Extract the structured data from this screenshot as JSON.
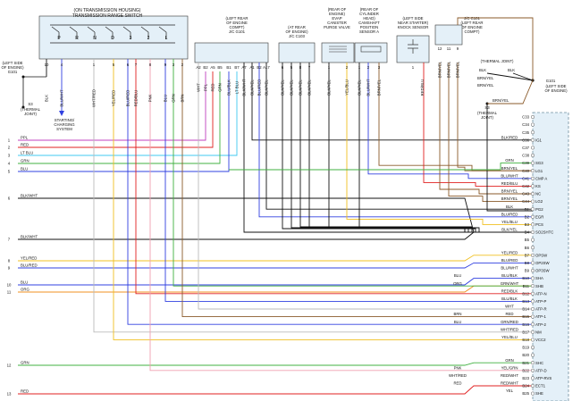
{
  "colors": {
    "ppl": "#c040c0",
    "red": "#e02020",
    "lt_blu": "#40c8f0",
    "grn": "#40b040",
    "blu": "#3040e0",
    "blk": "#111111",
    "wht": "#bbbbbb",
    "yel": "#f0c020",
    "orange": "#f09020",
    "brn": "#8a5a2a",
    "pnk": "#f0a0b0",
    "pcm_panel": "#e4f0f8",
    "pcm_border": "#7090a0"
  },
  "header": {
    "trs_title_1": "(ON TRANSMISSION HOUSING)",
    "trs_title_2": "TRANSMISSION RANGE SWITCH",
    "trs_positions": [
      "P",
      "R",
      "N",
      "D",
      "3",
      "2",
      "L"
    ],
    "jc101_title": [
      "(LEFT REAR",
      "OF ENGINE",
      "COMPT)",
      "J/C G101"
    ],
    "jc103_title": [
      "(AT REAR",
      "OF ENGINE)",
      "J/C C103"
    ],
    "evap_title": [
      "(REAR OF",
      "ENGINE)",
      "EVAP",
      "CANISTER",
      "PURGE VALVE"
    ],
    "cmp_title": [
      "(REAR OF",
      "CYLINDER",
      "HEAD)",
      "CAMSHAFT",
      "POSITION",
      "SENSOR A"
    ],
    "knock_title": [
      "(LEFT SIDE",
      "NEAR STARTER)",
      "KNOCK SENSOR"
    ],
    "jc_c101_title": [
      "J/C C101",
      "(LEFT REAR",
      "OF ENGINE",
      "COMPT)"
    ],
    "g101_left": [
      "(LEFT SIDE",
      "OF ENGINE)",
      "G101"
    ],
    "thermal_left": [
      "S3",
      "(THERMAL",
      "JOINT)"
    ],
    "starting_charging": [
      "STARTING/",
      "CHARGING",
      "SYSTEM"
    ],
    "thermal_right_top": "(THERMAL JOINT)",
    "g101_right": [
      "G101",
      "(LEFT SIDE",
      "OF ENGINE)"
    ],
    "thermal_right_mid": [
      "S3",
      "(THERMAL",
      "JOINT)"
    ]
  },
  "trs_pins": [
    "10",
    "4",
    "1",
    "5",
    "6",
    "7",
    "8",
    "9",
    "3",
    "2"
  ],
  "trs_wire_labels": [
    "BLK",
    "BLU/WHT",
    "WHT/RED",
    "YEL/RED",
    "BLU/RED",
    "RED/BLU",
    "PNK",
    "BLU",
    "GRN",
    "BRN"
  ],
  "jc101_pins": [
    "A2",
    "B2",
    "A5",
    "B5",
    "B1",
    "B7",
    "A7",
    "A1",
    "B2",
    "A17"
  ],
  "jc101_wire_labels": [
    "WHT",
    "PPL",
    "RED",
    "GRN",
    "BLU/BLK",
    "LT BLU",
    "BLK/WHT",
    "BLK/YEL",
    "BLU/RED",
    "BLK/YEL"
  ],
  "left_circuits": [
    {
      "num": "1",
      "label": "PPL"
    },
    {
      "num": "2",
      "label": "RED"
    },
    {
      "num": "3",
      "label": "LT BLU"
    },
    {
      "num": "4",
      "label": "GRN"
    },
    {
      "num": "5",
      "label": "BLU"
    },
    {
      "num": "6",
      "label": "BLK/WHT"
    },
    {
      "num": "7",
      "label": "BLK/WHT"
    },
    {
      "num": "8",
      "label": "YEL/RED"
    },
    {
      "num": "9",
      "label": "BLU/RED"
    },
    {
      "num": "10",
      "label": "BLU"
    },
    {
      "num": "11",
      "label": "ORG"
    },
    {
      "num": "12",
      "label": "GRN"
    },
    {
      "num": "13",
      "label": "RED"
    }
  ],
  "pcm_rows": [
    {
      "pin": "C33",
      "wire": "",
      "func": ""
    },
    {
      "pin": "C34",
      "wire": "",
      "func": ""
    },
    {
      "pin": "C35",
      "wire": "",
      "func": ""
    },
    {
      "pin": "C36",
      "wire": "BLK/RED",
      "func": "IG1"
    },
    {
      "pin": "C37",
      "wire": "",
      "func": ""
    },
    {
      "pin": "C38",
      "wire": "",
      "func": ""
    },
    {
      "pin": "C39",
      "wire": "GRN",
      "func": "SG3"
    },
    {
      "pin": "C40",
      "wire": "BRN/YEL",
      "func": "LG1"
    },
    {
      "pin": "C41",
      "wire": "BLU/WHT",
      "func": "CMP A"
    },
    {
      "pin": "C42",
      "wire": "RED/BLU",
      "func": "KS"
    },
    {
      "pin": "C43",
      "wire": "BRN/YEL",
      "func": "NC"
    },
    {
      "pin": "C44",
      "wire": "BRN/YEL",
      "func": "LG2"
    },
    {
      "pin": "B1",
      "wire": "BLK",
      "func": "PG2"
    },
    {
      "pin": "B2",
      "wire": "BLU/RED",
      "func": "EGR"
    },
    {
      "pin": "B3",
      "wire": "YEL/BLU",
      "func": "PCS"
    },
    {
      "pin": "B4",
      "wire": "BLK/YEL",
      "func": "SO2SHTC"
    },
    {
      "pin": "B5",
      "wire": "",
      "func": ""
    },
    {
      "pin": "B6",
      "wire": "",
      "func": ""
    },
    {
      "pin": "B7",
      "wire": "YEL/RED",
      "func": "OPSW"
    },
    {
      "pin": "B8",
      "wire": "BLU/RED",
      "func": "OP2SW"
    },
    {
      "pin": "B9",
      "wire": "BLU/WHT",
      "func": "OP3SW"
    },
    {
      "pin": "B10",
      "wire": "BLU/BLK",
      "func": "SHA"
    },
    {
      "pin": "B11",
      "wire": "GRN/WHT",
      "func": "SHB"
    },
    {
      "pin": "B12",
      "wire": "RED/BLK",
      "func": "ATP-N"
    },
    {
      "pin": "B13",
      "wire": "BLU/BLK",
      "func": "ATP-P"
    },
    {
      "pin": "B14",
      "wire": "WHT",
      "func": "ATP-R"
    },
    {
      "pin": "B15",
      "wire": "RED",
      "func": "ATP-1"
    },
    {
      "pin": "B16",
      "wire": "GRN/RED",
      "func": "ATP-2"
    },
    {
      "pin": "B17",
      "wire": "WHT/RED",
      "func": "NM"
    },
    {
      "pin": "B18",
      "wire": "YEL/BLU",
      "func": "VCC2"
    },
    {
      "pin": "B19",
      "wire": "",
      "func": ""
    },
    {
      "pin": "B20",
      "wire": "",
      "func": ""
    },
    {
      "pin": "B21",
      "wire": "GRN",
      "func": "SHC"
    },
    {
      "pin": "B22",
      "wire": "YEL/GRN",
      "func": "ATP-D"
    },
    {
      "pin": "B23",
      "wire": "RED/WHT",
      "func": "ATP-RVS"
    },
    {
      "pin": "B24",
      "wire": "RED/WHT",
      "func": "ECT1"
    },
    {
      "pin": "B25",
      "wire": "YEL",
      "func": "SHE"
    }
  ],
  "mid_labels": [
    {
      "text": "BLU",
      "row": "B10"
    },
    {
      "text": "ORG",
      "row": "B11"
    },
    {
      "text": "BRN",
      "row": "B15"
    },
    {
      "text": "BLU",
      "row": "B16"
    },
    {
      "text": "PNK",
      "row": "B22"
    },
    {
      "text": "WHT/RED",
      "row": "B23"
    },
    {
      "text": "RED",
      "row": "B24"
    }
  ],
  "jc103_pins": [
    "6",
    "5",
    "8",
    "7"
  ],
  "jc103_wire_labels": [
    "BLK/YEL",
    "BLK/YEL",
    "BLK/YEL",
    "BLK/YEL"
  ],
  "evap_pins": [
    "1",
    "2"
  ],
  "evap_wire_labels": [
    "BLK/YEL",
    "YEL/BLU"
  ],
  "cmp_pins": [
    "1",
    "2",
    "3"
  ],
  "cmp_wire_labels": [
    "BLK/YEL",
    "BLU/WHT",
    "BRN/YEL"
  ],
  "knock_pins": [
    "1"
  ],
  "knock_wire_labels": [
    "RED/BLU"
  ],
  "jc_c101_pins": [
    "12",
    "11",
    "9"
  ],
  "jc_c101_wire_labels": [
    "BRN/YEL",
    "BRN/YEL",
    "BRN/YEL"
  ],
  "right_ground_labels": [
    "BLK",
    "BLK",
    "BRN/YEL",
    "BRN/YEL",
    "BRN/YEL"
  ]
}
